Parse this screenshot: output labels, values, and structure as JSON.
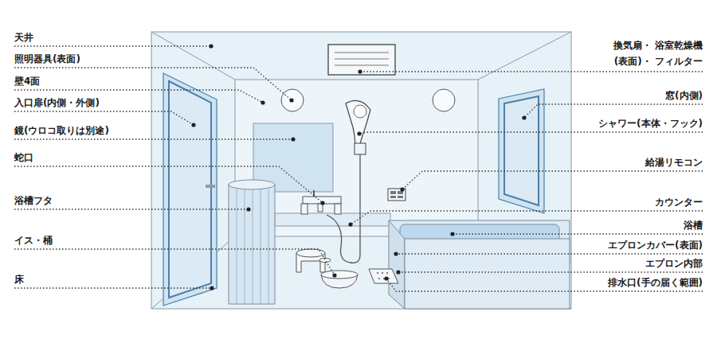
{
  "diagram": {
    "labels": [
      "天井",
      "照明器具(表面)",
      "壁4面",
      "入口扉(内側・外側)",
      "鏡(ウロコ取りは別途)",
      "蛇口",
      "浴槽フタ",
      "イス・桶",
      "床",
      "換気扇・ 浴室乾燥機(表面)・ フィルター",
      "窓(内側)",
      "シャワー(本体・フック)",
      "給湯リモコン",
      "カウンター",
      "浴槽",
      "エプロンカバー(表面)",
      "エプロン内部",
      "排水口(手の届く範囲)"
    ]
  }
}
